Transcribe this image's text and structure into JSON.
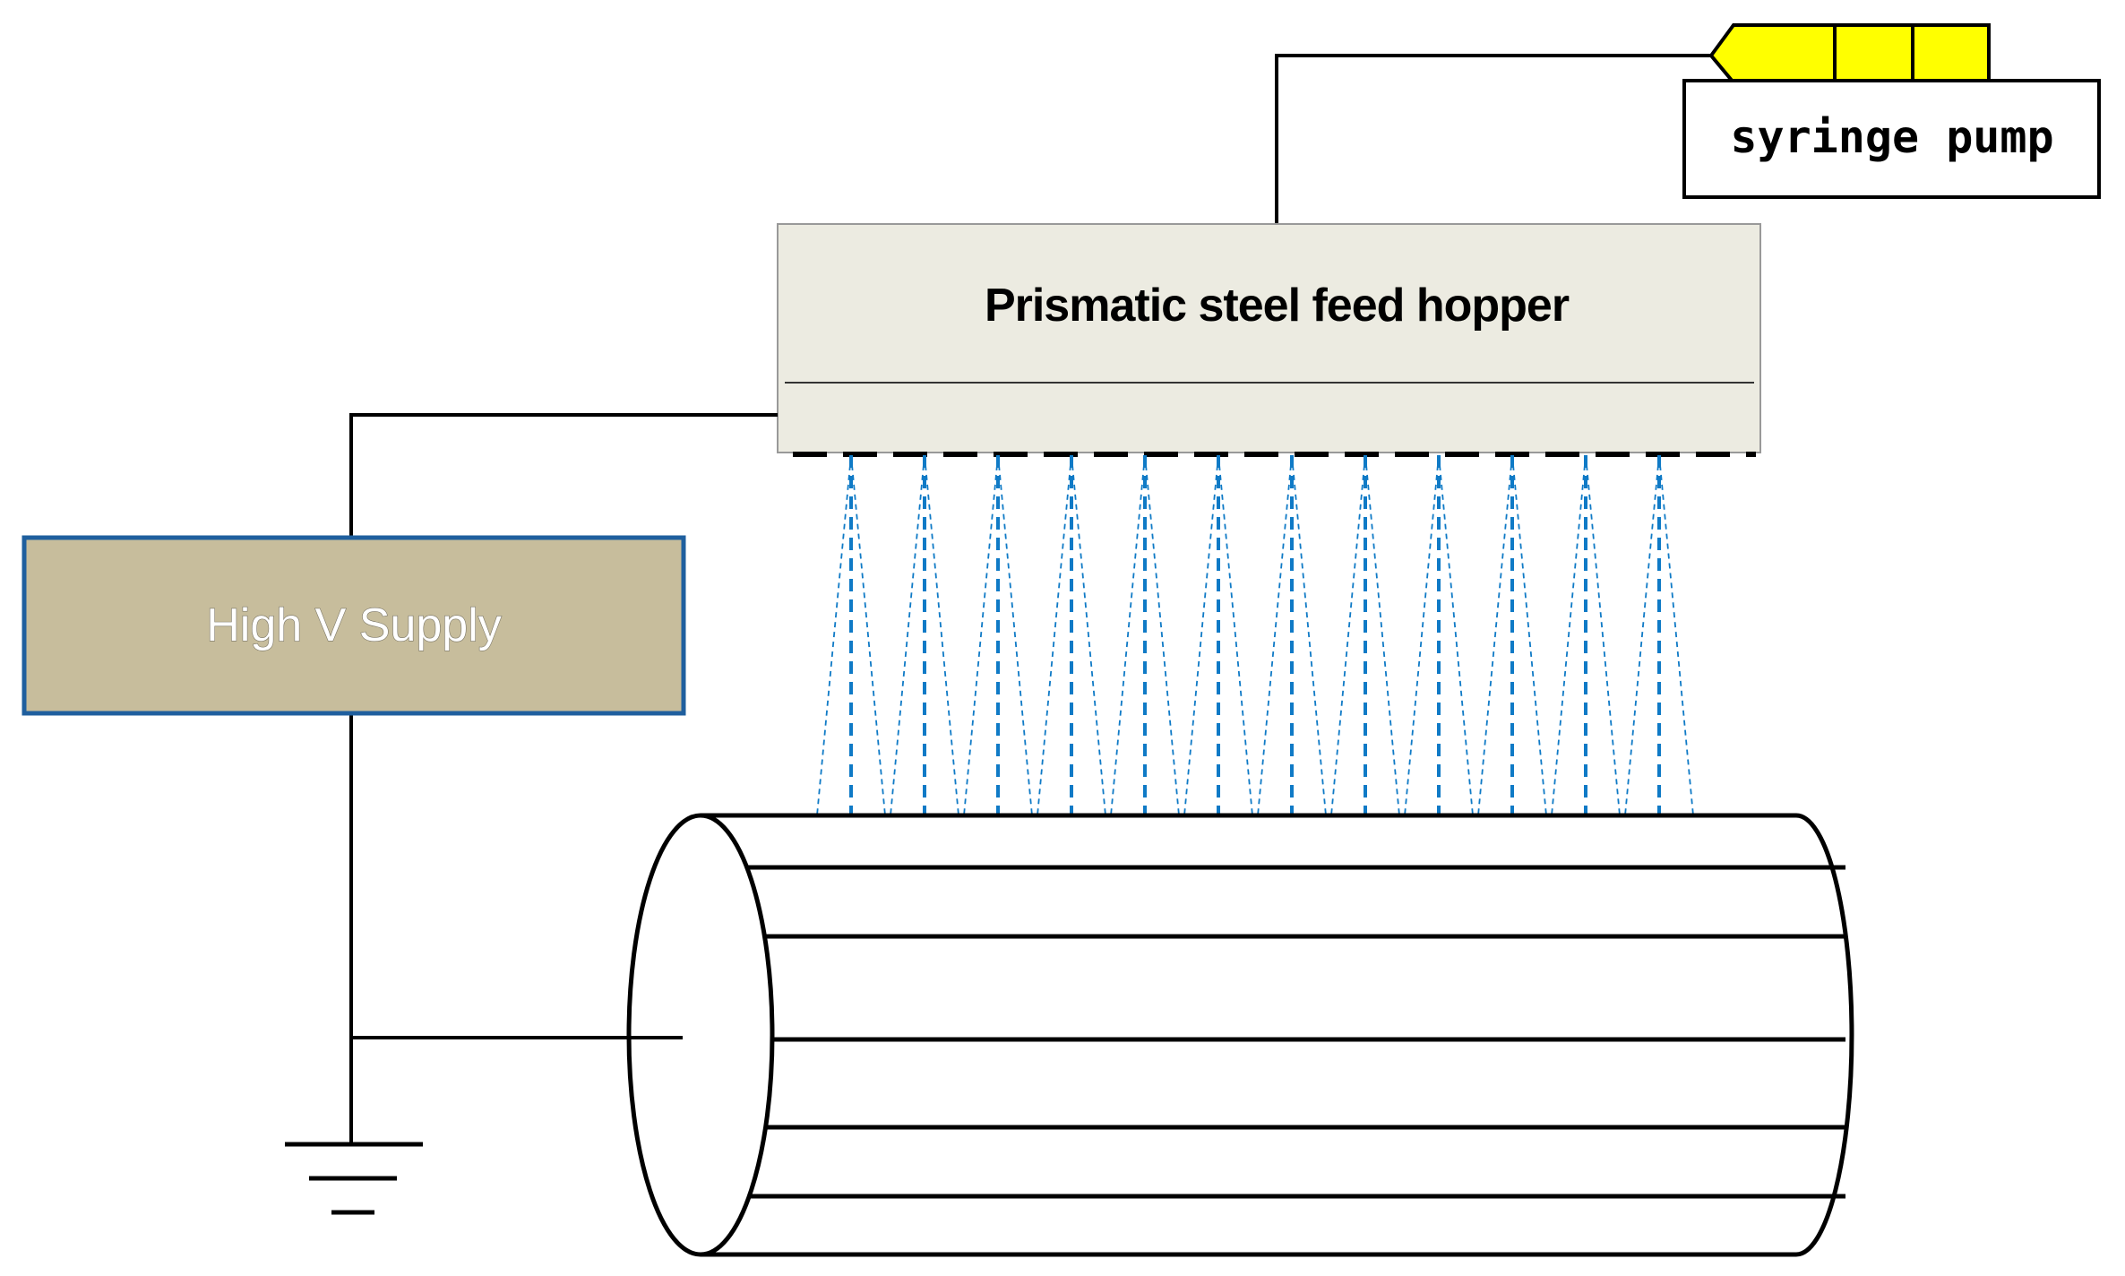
{
  "labels": {
    "syringe_pump": "syringe pump",
    "hopper": "Prismatic steel feed hopper",
    "supply": "High V Supply"
  },
  "colors": {
    "hopper_fill": "#ecebe1",
    "supply_fill": "#c7bd9c",
    "supply_border": "#1f5f9e",
    "syringe_fill": "#ffff00",
    "spray_color": "#0f7ac6",
    "line_color": "#000000"
  },
  "nozzle_count": 12
}
